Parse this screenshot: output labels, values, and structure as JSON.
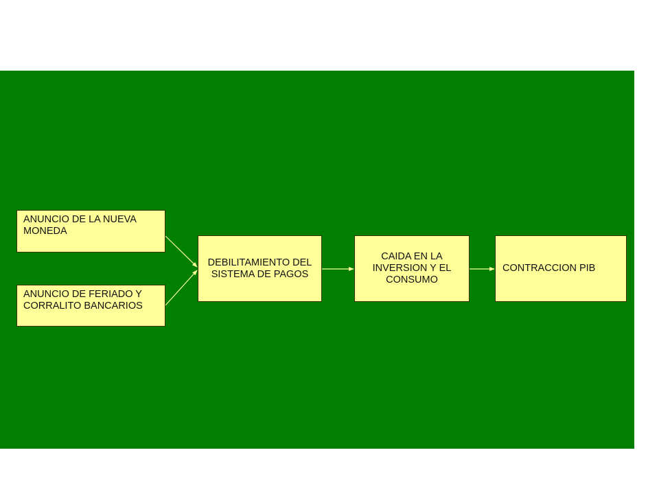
{
  "diagram": {
    "nodes": {
      "anuncio_moneda": "ANUNCIO DE LA NUEVA MONEDA",
      "anuncio_feriado": "ANUNCIO DE FERIADO Y CORRALITO BANCARIOS",
      "debilitamiento": "DEBILITAMIENTO DEL SISTEMA DE PAGOS",
      "caida": "CAIDA EN LA INVERSION Y EL CONSUMO",
      "contraccion": "CONTRACCION PIB"
    },
    "edges": [
      {
        "from": "anuncio_moneda",
        "to": "debilitamiento"
      },
      {
        "from": "anuncio_feriado",
        "to": "debilitamiento"
      },
      {
        "from": "debilitamiento",
        "to": "caida"
      },
      {
        "from": "caida",
        "to": "contraccion"
      }
    ]
  },
  "colors": {
    "background": "#ffffff",
    "panel": "#007f00",
    "box_fill": "#ffff99",
    "connector": "#ffff99"
  }
}
